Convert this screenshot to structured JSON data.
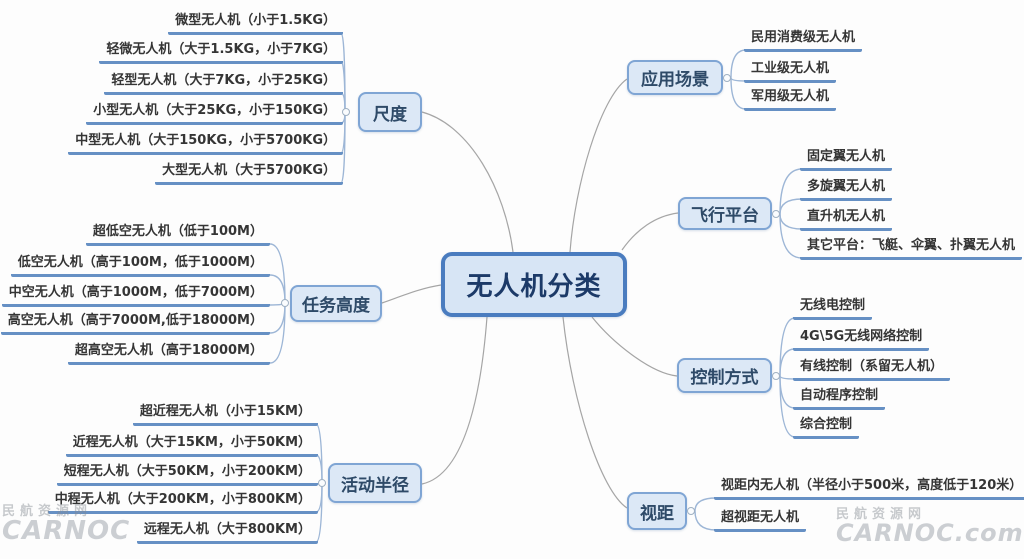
{
  "central": {
    "label": "无人机分类"
  },
  "branches": [
    {
      "label": "尺度",
      "leaves": [
        "微型无人机（小于1.5KG）",
        "轻微无人机（大于1.5KG，小于7KG）",
        "轻型无人机（大于7KG，小于25KG）",
        "小型无人机（大于25KG，小于150KG）",
        "中型无人机（大于150KG，小于5700KG）",
        "大型无人机（大于5700KG）"
      ]
    },
    {
      "label": "任务高度",
      "leaves": [
        "超低空无人机（低于100M）",
        "低空无人机（高于100M，低于1000M）",
        "中空无人机（高于1000M，低于7000M）",
        "高空无人机（高于7000M,低于18000M）",
        "超高空无人机（高于18000M）"
      ]
    },
    {
      "label": "活动半径",
      "leaves": [
        "超近程无人机（小于15KM）",
        "近程无人机（大于15KM，小于50KM）",
        "短程无人机（大于50KM，小于200KM）",
        "中程无人机（大于200KM，小于800KM）",
        "远程无人机（大于800KM）"
      ]
    },
    {
      "label": "应用场景",
      "leaves": [
        "民用消费级无人机",
        "工业级无人机",
        "军用级无人机"
      ]
    },
    {
      "label": "飞行平台",
      "leaves": [
        "固定翼无人机",
        "多旋翼无人机",
        "直升机无人机",
        "其它平台：飞艇、伞翼、扑翼无人机"
      ]
    },
    {
      "label": "控制方式",
      "leaves": [
        "无线电控制",
        "4G\\5G无线网络控制",
        "有线控制（系留无人机）",
        "自动程序控制",
        "综合控制"
      ]
    },
    {
      "label": "视距",
      "leaves": [
        "视距内无人机（半径小于500米，高度低于120米）",
        "超视距无人机"
      ]
    }
  ],
  "watermarks": {
    "bottom_left": {
      "site": "民航资源网",
      "logo": "CARNOC"
    },
    "bottom_right": {
      "site": "民航资源网",
      "logo": "CARNOC.com"
    }
  },
  "colors": {
    "node_fill": "#dce8f6",
    "node_border": "#7fa5d4",
    "central_border": "#4a7cbf",
    "leaf_line": "#6690c4",
    "connector": "#9c9c9c"
  }
}
